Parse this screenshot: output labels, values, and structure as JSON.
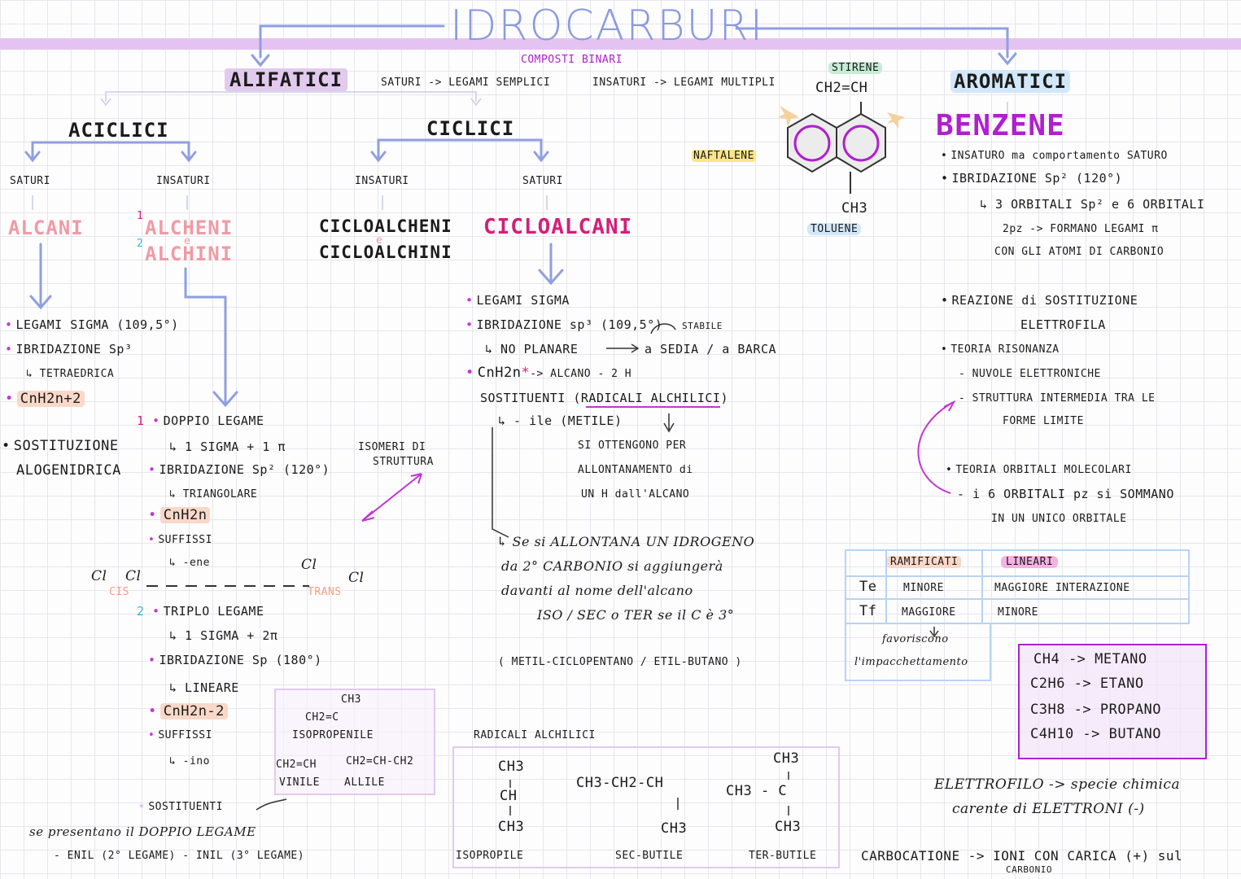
{
  "title": "IDROCARBURI",
  "subtitle": "COMPOSTI BINARI",
  "branches": {
    "alifatici": "ALIFATICI",
    "aromatici": "AROMATICI",
    "saturi_note": "SATURI -> LEGAMI SEMPLICI",
    "insaturi_note": "INSATURI -> LEGAMI MULTIPLI"
  },
  "aciclici": {
    "label": "ACICLICI",
    "saturi": "SATURI",
    "insaturi": "INSATURI",
    "alcani": "ALCANI",
    "alcheni_num": "1",
    "alcheni": "ALCHENI",
    "e_conj": "e",
    "alchini_num": "2",
    "alchini": "ALCHINI",
    "alcani_points": [
      "LEGAMI SIGMA (109,5°)",
      "IBRIDAZIONE  Sp³",
      "↳ TETRAEDRICA",
      "CnH2n+2",
      "SOSTITUZIONE",
      "ALOGENIDRICA"
    ],
    "alcheni_points": {
      "num1": "1",
      "doppio": "DOPPIO LEGAME",
      "sigma_pi": "↳ 1 SIGMA + 1 π",
      "ibrid": "IBRIDAZIONE Sp² (120°)",
      "triangolare": "↳ TRIANGOLARE",
      "formula": "CnH2n",
      "suffissi": "SUFFISSI",
      "suffix": "↳ -ene",
      "num2": "2",
      "triplo": "TRIPLO LEGAME",
      "sigma_2pi": "↳ 1 SIGMA + 2π",
      "ibrid2": "IBRIDAZIONE Sp (180°)",
      "lineare": "↳ LINEARE",
      "formula2": "CnH2n-2",
      "suffissi2": "SUFFISSI",
      "suffix2": "↳ -ino",
      "sostituenti": "SOSTITUENTI",
      "note1": "se presentano il DOPPIO LEGAME",
      "note2": "- ENIL (2° LEGAME) - INIL (3° LEGAME)"
    },
    "isomeri": {
      "label1": "ISOMERI DI",
      "label2": "STRUTTURA",
      "cl": "Cl",
      "cis": "CIS",
      "trans": "TRANS"
    },
    "sostituenti_box": {
      "ch3": "CH3",
      "formula": "CH2=C",
      "isopropenile": "ISOPROPENILE",
      "vinile_formula": "CH2=CH",
      "allile_formula": "CH2=CH-CH2",
      "vinile": "VINILE",
      "allile": "ALLILE"
    }
  },
  "ciclici": {
    "label": "CICLICI",
    "insaturi": "INSATURI",
    "saturi": "SATURI",
    "cicloalcheni": "CICLOALCHENI",
    "e_conj": "e",
    "cicloalchini": "CICLOALCHINI",
    "cicloalcani": "CICLOALCANI",
    "points": {
      "sigma": "LEGAMI SIGMA",
      "ibrid": "IBRIDAZIONE sp³ (109,5°)",
      "stabile": "STABILE",
      "non_planare": "↳ NO PLANARE",
      "sedia": "a SEDIA / a BARCA",
      "formula": "CnH2n",
      "star": "*",
      "formula_note": "-> ALCANO - 2 H",
      "sostituenti": "SOSTITUENTI (RADICALI ALCHILICI)",
      "ile": "↳ - ile (METILE)",
      "si_ott1": "SI OTTENGONO PER",
      "si_ott2": "ALLONTANAMENTO di",
      "si_ott3": "UN H dall'ALCANO",
      "note1": "↳ Se si ALLONTANA UN IDROGENO",
      "note2": "da 2° CARBONIO si aggiungerà",
      "note3": "davanti al nome dell'alcano",
      "note4": "ISO / SEC  o TER se il C è 3°",
      "example": "( METIL-CICLOPENTANO / ETIL-BUTANO )"
    },
    "radicali": {
      "title": "RADICALI ALCHILICI",
      "iso_top": "CH3",
      "iso_mid": "CH",
      "iso_bot": "CH3",
      "iso_name": "ISOPROPILE",
      "sec_formula": "CH3-CH2-CH",
      "sec_bot": "CH3",
      "sec_name": "SEC-BUTILE",
      "ter_top": "CH3",
      "ter_mid": "CH3 - C",
      "ter_bot": "CH3",
      "ter_name": "TER-BUTILE"
    }
  },
  "aromatic_struct": {
    "stirene": "STIRENE",
    "stirene_formula": "CH2=CH",
    "naftalene": "NAFTALENE",
    "ch3": "CH3",
    "toluene": "TOLUENE"
  },
  "benzene": {
    "title": "BENZENE",
    "points": [
      "INSATURO ma comportamento SATURO",
      "IBRIDAZIONE Sp² (120°)",
      "↳ 3 ORBITALI Sp² e 6 ORBITALI",
      "2pz -> FORMANO LEGAMI π",
      "CON GLI ATOMI DI CARBONIO",
      "REAZIONE di SOSTITUZIONE",
      "ELETTROFILA",
      "TEORIA RISONANZA",
      "- NUVOLE ELETTRONICHE",
      "- STRUTTURA INTERMEDIA TRA LE",
      "FORME LIMITE",
      "TEORIA ORBITALI MOLECOLARI",
      "- i 6 ORBITALI pz si SOMMANO",
      "IN UN UNICO ORBITALE"
    ]
  },
  "table": {
    "col1": "RAMIFICATI",
    "col2": "LINEARI",
    "rows": [
      {
        "label": "Te",
        "a": "MINORE",
        "b": "MAGGIORE INTERAZIONE"
      },
      {
        "label": "Tf",
        "a": "MAGGIORE",
        "b": "MINORE"
      }
    ],
    "note1": "favoriscono",
    "note2": "l'impacchettamento"
  },
  "alkane_names": [
    "CH4 -> METANO",
    "C2H6 -> ETANO",
    "C3H8 -> PROPANO",
    "C4H10 -> BUTANO"
  ],
  "definitions": {
    "elettrofilo1": "ELETTROFILO -> specie chimica",
    "elettrofilo2": "carente di ELETTRONI (-)",
    "carbocatione": "CARBOCATIONE -> IONI CON CARICA (+) sul",
    "carbonio": "CARBONIO"
  },
  "colors": {
    "accent_blue": "#7a8dd9",
    "purple": "#b01fd0",
    "magenta": "#d41f77",
    "pink": "#f09aa4",
    "lavender": "#e2c9ee"
  }
}
